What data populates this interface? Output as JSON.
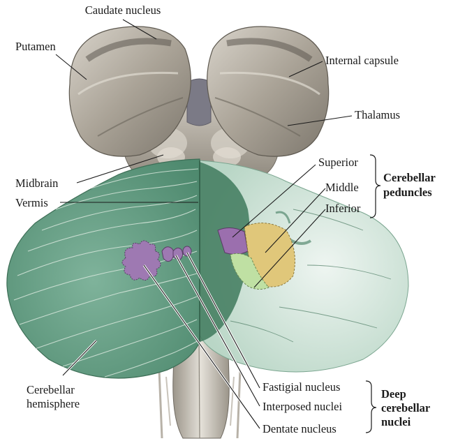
{
  "labels": {
    "caudate_nucleus": "Caudate nucleus",
    "putamen": "Putamen",
    "internal_capsule": "Internal capsule",
    "thalamus": "Thalamus",
    "midbrain": "Midbrain",
    "vermis": "Vermis",
    "superior": "Superior",
    "middle": "Middle",
    "inferior": "Inferior",
    "cerebellar_hemisphere_1": "Cerebellar",
    "cerebellar_hemisphere_2": "hemisphere",
    "fastigial_nucleus": "Fastigial nucleus",
    "interposed_nuclei": "Interposed nuclei",
    "dentate_nucleus": "Dentate nucleus"
  },
  "groups": {
    "cerebellar_peduncles_1": "Cerebellar",
    "cerebellar_peduncles_2": "peduncles",
    "deep_nuclei_1": "Deep",
    "deep_nuclei_2": "cerebellar",
    "deep_nuclei_3": "nuclei"
  },
  "colors": {
    "cerebellum_green": "#5f9b80",
    "cerebellum_light": "#cfe3d9",
    "brain_gray": "#a8a196",
    "superior_peduncle": "#9b6fae",
    "middle_peduncle": "#e0c77a",
    "inferior_peduncle": "#bfe0a3",
    "deep_nuclei": "#9e79b2"
  }
}
